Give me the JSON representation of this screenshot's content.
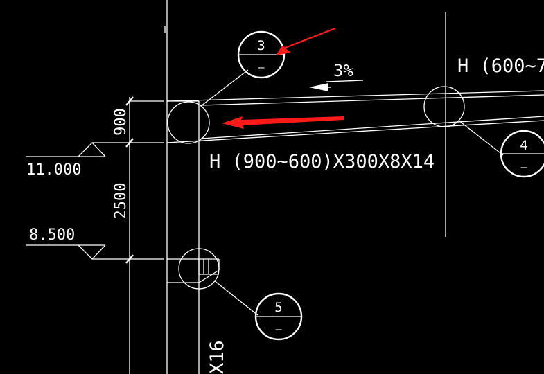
{
  "drawing": {
    "background_color": "#000000",
    "line_color": "#ffffff",
    "highlight_color": "#ff1a1a",
    "beam_main_label": "H (900~600)X300X8X14",
    "beam_right_label": "H (600~7",
    "slope_label": "3%",
    "column_label_fragment": "X16",
    "dimensions": {
      "upper": "900",
      "lower": "2500"
    },
    "elevations": {
      "upper": "11.000",
      "lower": "8.500"
    },
    "detail_bubbles": [
      {
        "number": "3",
        "sheet": "—"
      },
      {
        "number": "4",
        "sheet": "—"
      },
      {
        "number": "5",
        "sheet": "—"
      }
    ]
  }
}
